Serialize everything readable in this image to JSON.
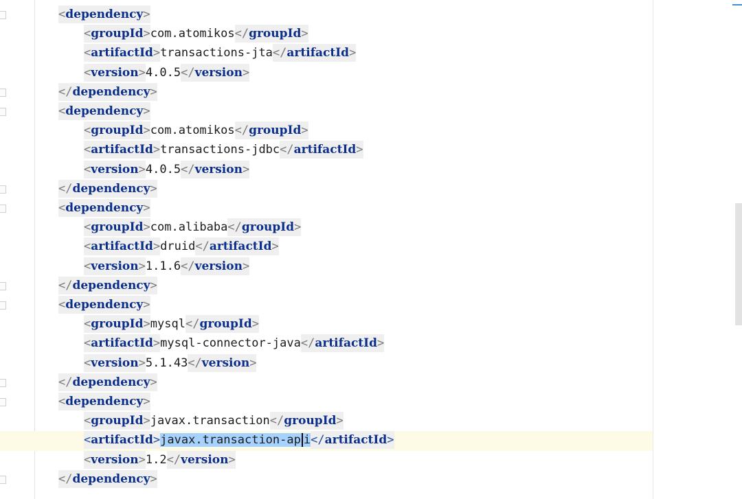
{
  "code_lines": [
    {
      "indent": 0,
      "kind": "open",
      "tag": "dependency"
    },
    {
      "indent": 1,
      "kind": "elem",
      "tag": "groupId",
      "text": "com.atomikos"
    },
    {
      "indent": 1,
      "kind": "elem",
      "tag": "artifactId",
      "text": "transactions-jta"
    },
    {
      "indent": 1,
      "kind": "elem",
      "tag": "version",
      "text": "4.0.5"
    },
    {
      "indent": 0,
      "kind": "close",
      "tag": "dependency"
    },
    {
      "indent": 0,
      "kind": "open",
      "tag": "dependency"
    },
    {
      "indent": 1,
      "kind": "elem",
      "tag": "groupId",
      "text": "com.atomikos"
    },
    {
      "indent": 1,
      "kind": "elem",
      "tag": "artifactId",
      "text": "transactions-jdbc"
    },
    {
      "indent": 1,
      "kind": "elem",
      "tag": "version",
      "text": "4.0.5"
    },
    {
      "indent": 0,
      "kind": "close",
      "tag": "dependency"
    },
    {
      "indent": 0,
      "kind": "open",
      "tag": "dependency"
    },
    {
      "indent": 1,
      "kind": "elem",
      "tag": "groupId",
      "text": "com.alibaba"
    },
    {
      "indent": 1,
      "kind": "elem",
      "tag": "artifactId",
      "text": "druid"
    },
    {
      "indent": 1,
      "kind": "elem",
      "tag": "version",
      "text": "1.1.6"
    },
    {
      "indent": 0,
      "kind": "close",
      "tag": "dependency"
    },
    {
      "indent": 0,
      "kind": "open",
      "tag": "dependency"
    },
    {
      "indent": 1,
      "kind": "elem",
      "tag": "groupId",
      "text": "mysql"
    },
    {
      "indent": 1,
      "kind": "elem",
      "tag": "artifactId",
      "text": "mysql-connector-java"
    },
    {
      "indent": 1,
      "kind": "elem",
      "tag": "version",
      "text": "5.1.43"
    },
    {
      "indent": 0,
      "kind": "close",
      "tag": "dependency"
    },
    {
      "indent": 0,
      "kind": "open",
      "tag": "dependency"
    },
    {
      "indent": 1,
      "kind": "elem",
      "tag": "groupId",
      "text": "javax.transaction"
    },
    {
      "indent": 1,
      "kind": "elem",
      "tag": "artifactId",
      "text": "javax.transaction-api",
      "selected": true,
      "current": true
    },
    {
      "indent": 1,
      "kind": "elem",
      "tag": "version",
      "text": "1.2"
    },
    {
      "indent": 0,
      "kind": "close",
      "tag": "dependency"
    }
  ],
  "colors": {
    "tag_name": "#0a2e8a",
    "bracket": "#7a7a7a",
    "selection": "#a6d2ff",
    "current_line": "#fdfbe6"
  }
}
